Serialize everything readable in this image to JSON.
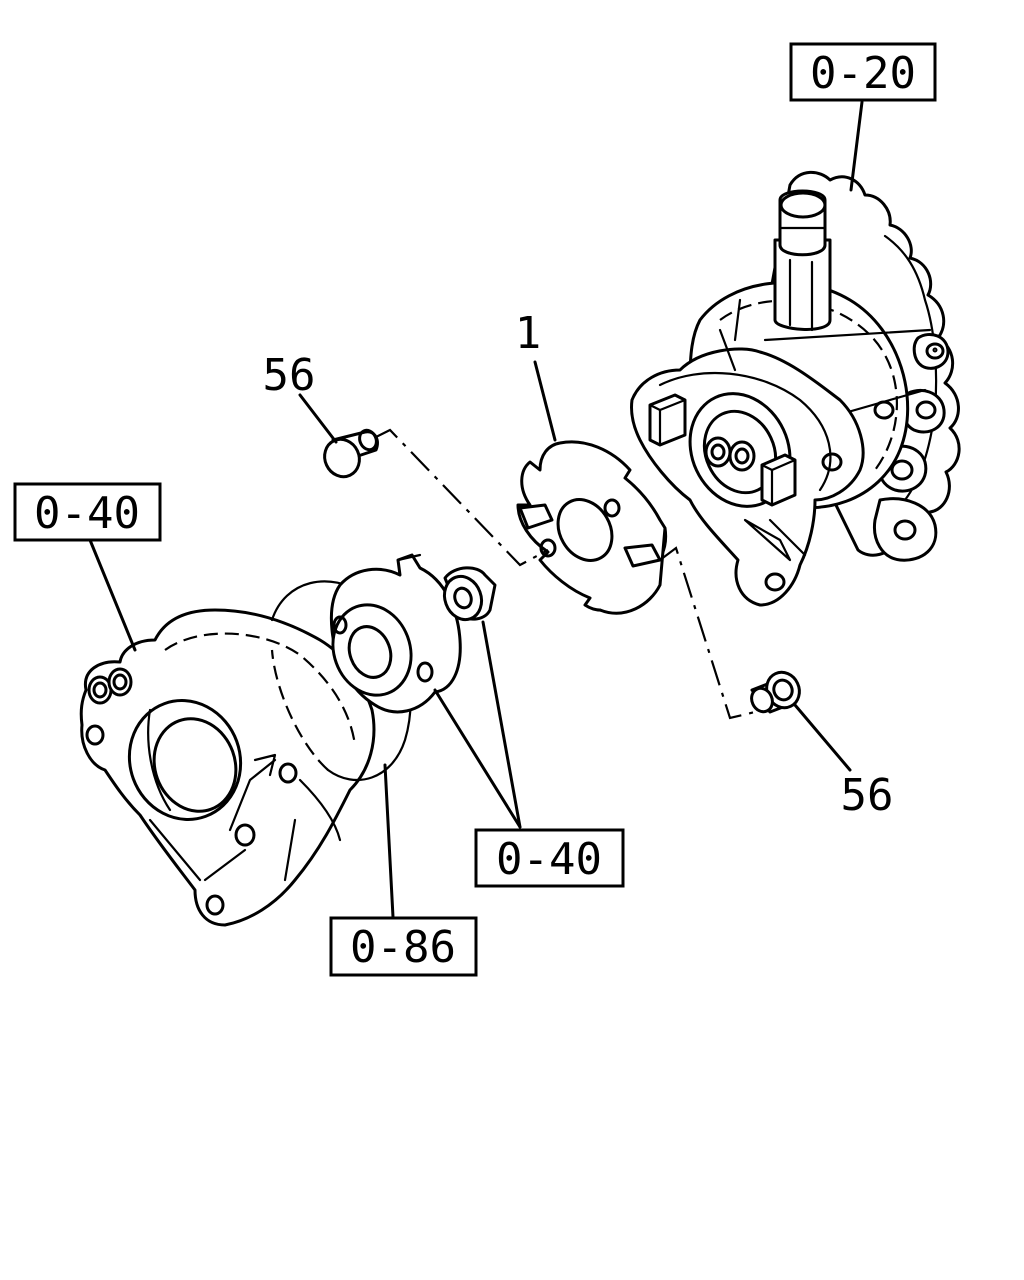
{
  "callouts": {
    "ref_0_20": "0-20",
    "ref_0_40_left": "0-40",
    "ref_0_40_bottom": "0-40",
    "ref_0_86": "0-86",
    "part_1": "1",
    "part_56_top": "56",
    "part_56_bottom": "56"
  }
}
